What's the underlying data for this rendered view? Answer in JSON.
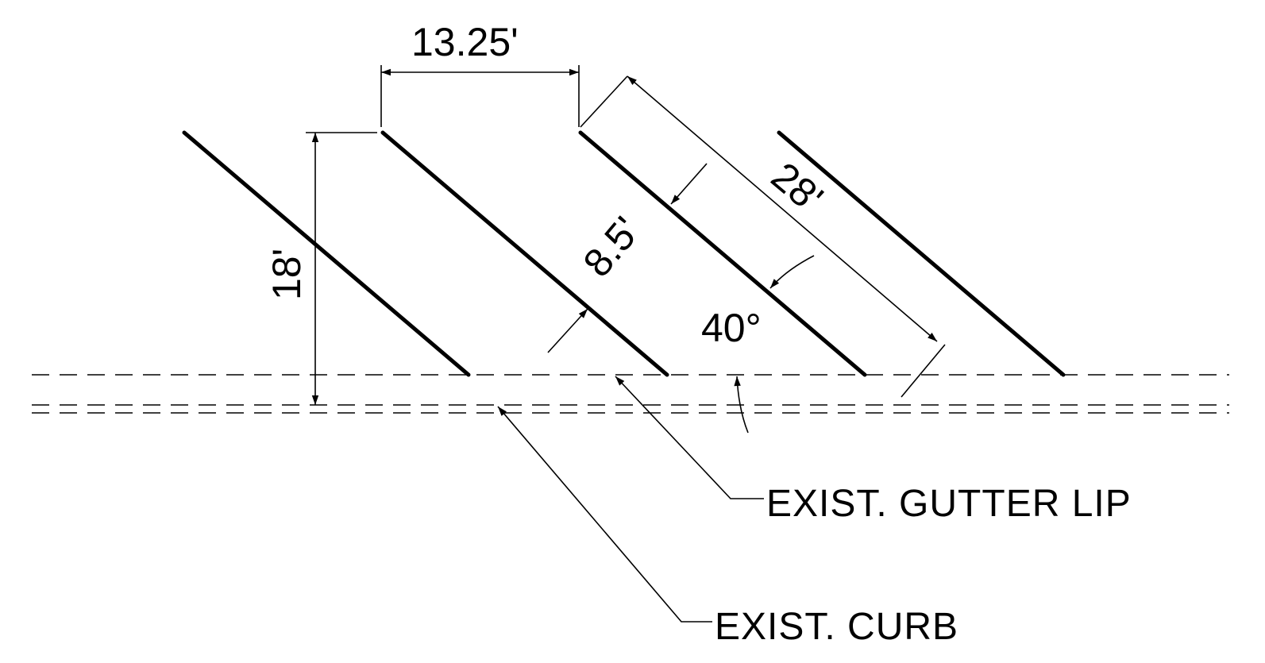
{
  "colors": {
    "ink": "#000000",
    "background": "#ffffff"
  },
  "dimensions": {
    "stall_spacing": "13.25'",
    "stall_depth": "18'",
    "stall_width": "8.5'",
    "stall_length": "28'",
    "angle": "40°"
  },
  "notes": {
    "gutter": "EXIST. GUTTER LIP",
    "curb": "EXIST. CURB"
  }
}
